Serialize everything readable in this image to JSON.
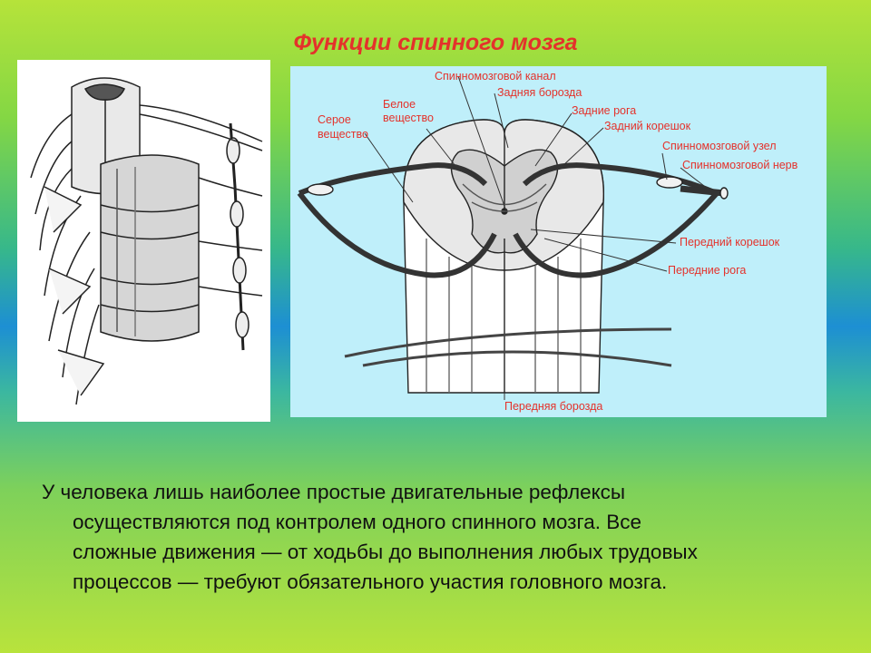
{
  "slide": {
    "title": "Функции спинного мозга",
    "diagram_labels": {
      "spinal_canal": "Спинномозговой канал",
      "posterior_sulcus": "Задняя борозда",
      "white_matter_line1": "Белое",
      "white_matter_line2": "вещество",
      "grey_matter_line1": "Серое",
      "grey_matter_line2": "вещество",
      "posterior_horns": "Задние рога",
      "posterior_root": "Задний корешок",
      "spinal_ganglion": "Спинномозговой узел",
      "spinal_nerve": "Спинномозговой нерв",
      "anterior_root": "Передний корешок",
      "anterior_horns": "Передние рога",
      "anterior_fissure": "Передняя борозда"
    },
    "text_line1": "У человека лишь наиболее простые двигательные рефлексы",
    "text_line2": "осуществляются под контролем одного спинного мозга. Все",
    "text_line3": "сложные движения — от ходьбы до выполнения любых трудовых",
    "text_line4": "процессов — требуют обязательного участия головного мозга.",
    "colors": {
      "title": "#e4322b",
      "label": "#e4322b",
      "diagram_bg": "#bfeffa"
    }
  }
}
